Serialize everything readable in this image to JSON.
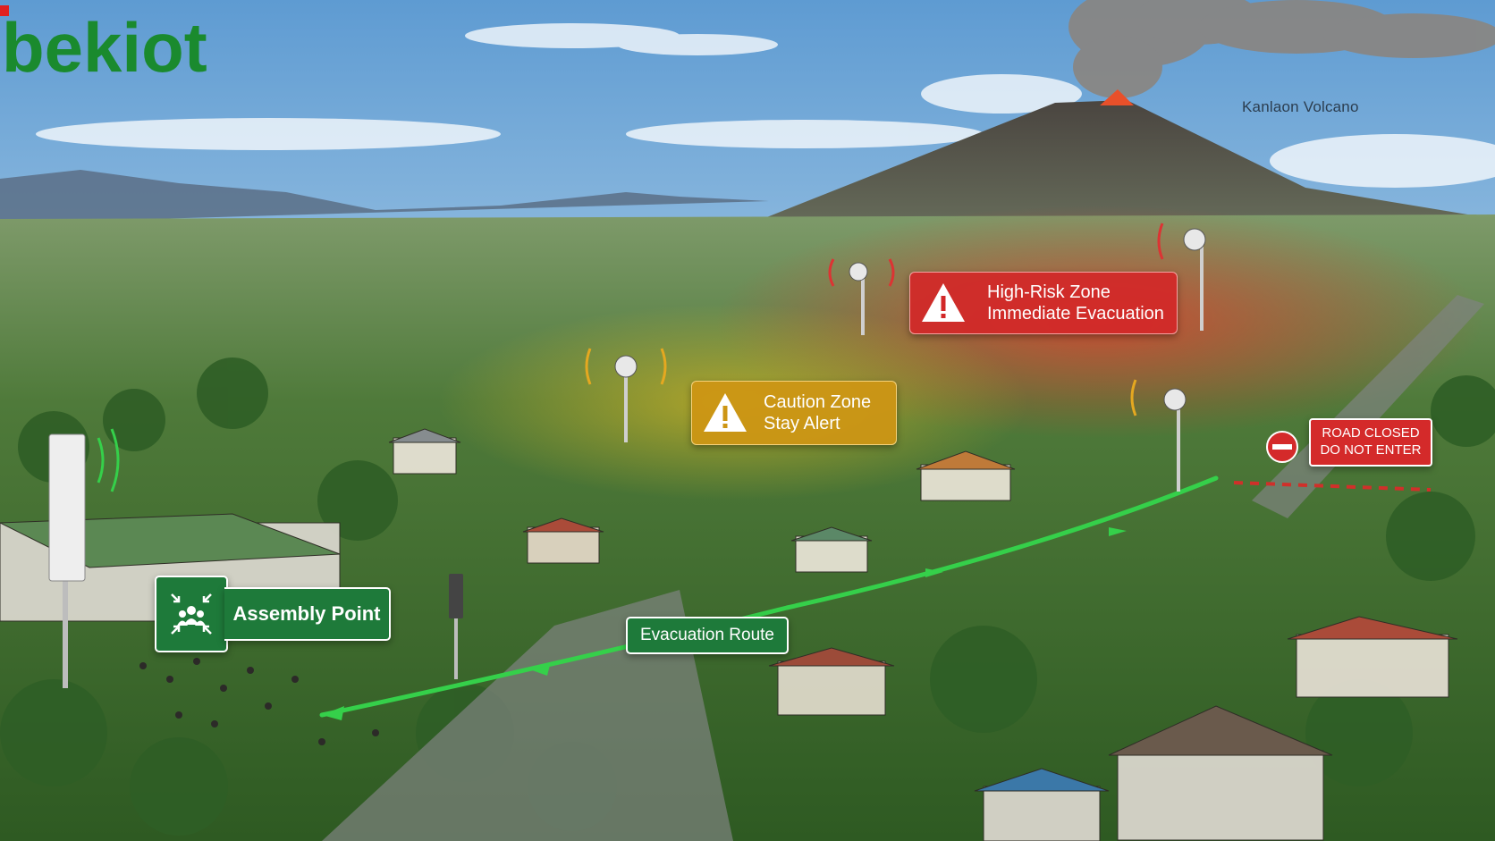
{
  "brand": {
    "name": "bekiot",
    "color": "#1a8a2e",
    "accent": "#e02020"
  },
  "landmark": {
    "label": "Kanlaon Volcano"
  },
  "zones": {
    "high_risk": {
      "line1": "High-Risk Zone",
      "line2": "Immediate Evacuation",
      "color": "#d22828",
      "icon": "warning-triangle-icon"
    },
    "caution": {
      "line1": "Caution Zone",
      "line2": "Stay Alert",
      "color": "#cd9614",
      "icon": "warning-triangle-icon"
    }
  },
  "road_closed": {
    "line1": "ROAD CLOSED",
    "line2": "DO NOT ENTER",
    "icon": "no-entry-icon"
  },
  "assembly_point": {
    "label": "Assembly Point",
    "icon": "people-gathering-icon"
  },
  "evacuation_route": {
    "label": "Evacuation Route",
    "color": "#35d04a"
  },
  "icons": [
    "siren-speaker-icon",
    "warning-triangle-icon",
    "no-entry-icon",
    "people-gathering-icon",
    "antenna-tower-icon"
  ]
}
